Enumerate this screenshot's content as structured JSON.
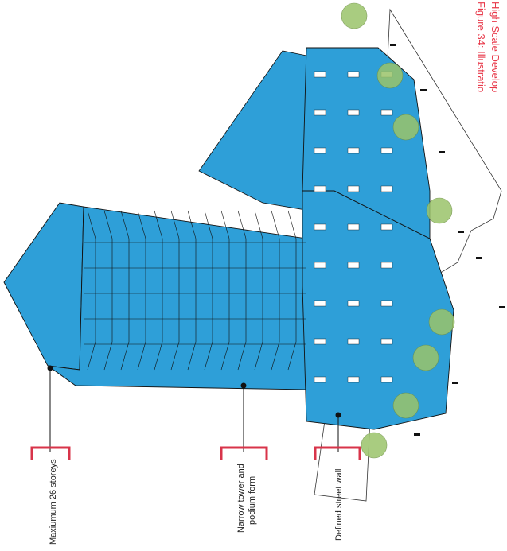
{
  "figure": {
    "caption_line1": "Figure 34: Illustratio",
    "caption_line2": "High Scale Develop"
  },
  "callouts": [
    {
      "label": "Maxiumum 26 storeys"
    },
    {
      "label": "Narrow tower and"
    },
    {
      "label": "podium form"
    },
    {
      "label": "Defined street wall"
    }
  ],
  "colors": {
    "building": "#2e9fd8",
    "building_dark": "#1f86bd",
    "bracket": "#d8344a",
    "tree": "#9bc46a",
    "glass": "#ffffff",
    "caption": "#e8394a"
  }
}
